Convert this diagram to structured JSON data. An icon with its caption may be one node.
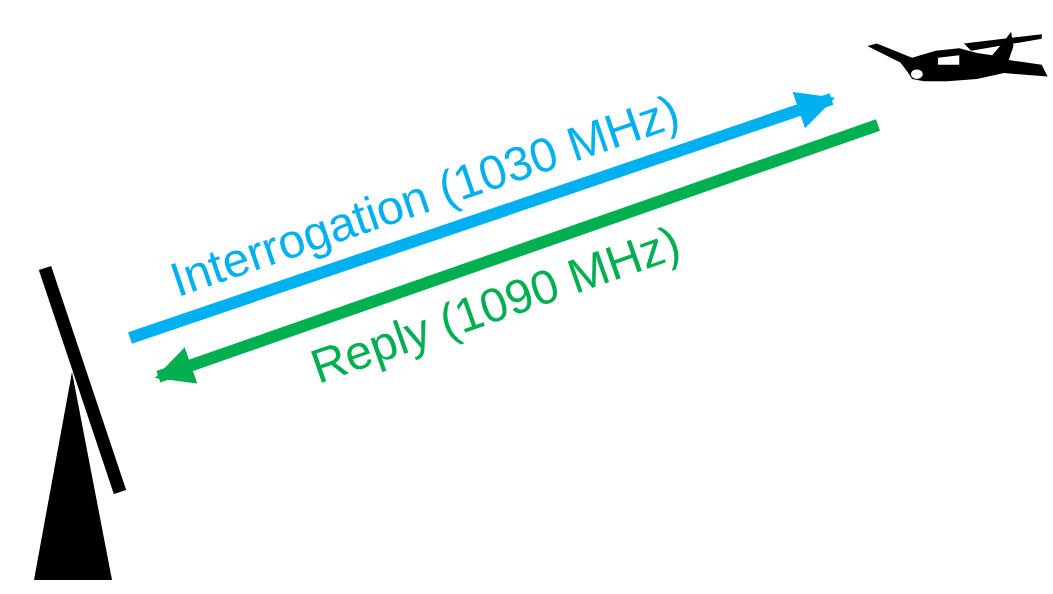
{
  "diagram": {
    "nodes": [
      {
        "text": [],
        "shape": "picture"
      },
      {
        "text": [],
        "shape": "picture"
      }
    ],
    "edges": [
      {
        "from": 0,
        "to": 1,
        "arrow": "to",
        "label": "Interrogation (1030 MHz)",
        "color": "#00b0f0"
      },
      {
        "from": 1,
        "to": 0,
        "arrow": "to",
        "label": "Reply (1090 MHz)",
        "color": "#00b050"
      }
    ]
  }
}
